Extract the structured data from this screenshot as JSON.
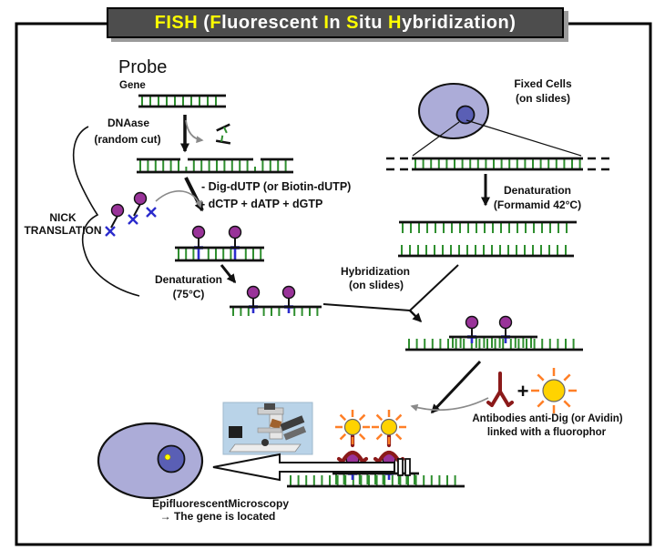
{
  "title": {
    "segments": [
      {
        "text": "FISH",
        "color": "yellow"
      },
      {
        "text": " (",
        "color": "white"
      },
      {
        "text": "F",
        "color": "yellow"
      },
      {
        "text": "luorescent ",
        "color": "white"
      },
      {
        "text": "I",
        "color": "yellow"
      },
      {
        "text": "n ",
        "color": "white"
      },
      {
        "text": "S",
        "color": "yellow"
      },
      {
        "text": "itu ",
        "color": "white"
      },
      {
        "text": "H",
        "color": "yellow"
      },
      {
        "text": "ybridization)",
        "color": "white"
      }
    ]
  },
  "labels": {
    "probe": "Probe",
    "gene": "Gene",
    "dnaase1": "DNAase",
    "dnaase2": "(random cut)",
    "nick1": "NICK",
    "nick2": "TRANSLATION",
    "nucleotide1": "- Dig-dUTP (or Biotin-dUTP)",
    "nucleotide2": "- dCTP + dATP + dGTP",
    "denat_probe1": "Denaturation",
    "denat_probe2": "(75°C)",
    "hybrid1": "Hybridization",
    "hybrid2": "(on slides)",
    "fixed1": "Fixed Cells",
    "fixed2": "(on slides)",
    "denat_cell1": "Denaturation",
    "denat_cell2": "(Formamid 42°C)",
    "plus": "+",
    "antibody1": "Antibodies anti-Dig (or Avidin)",
    "antibody2": "linked with a fluorophor",
    "microscopy1": "EpifluorescentMicroscopy",
    "microscopy2": "→ The gene is located"
  },
  "colors": {
    "title_bg": "#4D4D4D",
    "title_yellow": "#FFFF00",
    "title_white": "#FFFFFF",
    "probe_gray": "#8C8C8C",
    "dna_green": "#2F8F2F",
    "dna_black": "#111111",
    "link_blue": "#2B2BCC",
    "label_purple": "#993399",
    "antibody_red": "#8B1A1A",
    "fluor_yellow": "#FFD300",
    "fluor_orange": "#FF7F27",
    "cell_body": "#ACACD8",
    "cell_nucleus": "#5A5FB5",
    "gene_dot_yellow": "#FFFF00",
    "arrow_gray": "#8A8A8A"
  }
}
